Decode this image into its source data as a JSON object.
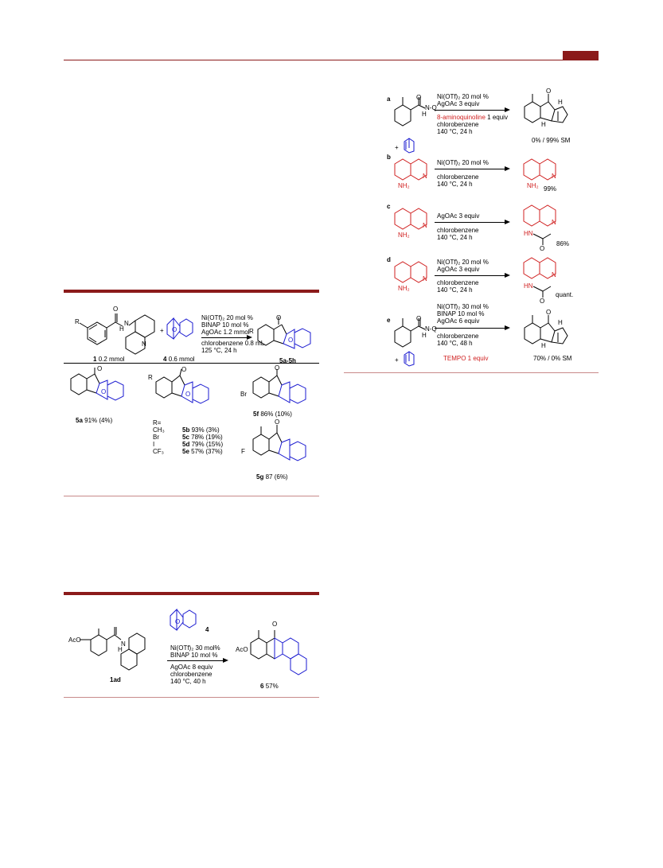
{
  "table2": {
    "reactant1_label": "1",
    "reactant1_amount": "0.2 mmol",
    "reactant2_label": "4",
    "reactant2_amount": "0.6 mmol",
    "plus": "+",
    "reagents": [
      "Ni(OTf)₂ 20 mol %",
      "BINAP    10 mol %",
      "AgOAc  1.2 mmol",
      "chlorobenzene 0.8 mL",
      "125 °C, 24 h"
    ],
    "product_range": "5a-5h",
    "r_label": "R",
    "products": {
      "5a": {
        "label": "5a",
        "yield": "91% (4%)"
      },
      "r_equals": "R=",
      "rows": [
        {
          "r": "CH₃",
          "label": "5b",
          "yield": "93% (3%)"
        },
        {
          "r": "Br",
          "label": "5c",
          "yield": "78% (19%)"
        },
        {
          "r": "I",
          "label": "5d",
          "yield": "79% (15%)"
        },
        {
          "r": "CF₃",
          "label": "5e",
          "yield": "57% (37%)"
        }
      ],
      "5f": {
        "label": "5f",
        "yield": "86% (10%)",
        "sub": "Br"
      },
      "5g": {
        "label": "5g",
        "yield": "87 (6%)",
        "sub": "F"
      }
    }
  },
  "scheme3": {
    "reactant_label": "1ad",
    "reactant_sub": "AcO",
    "reagent4_label": "4",
    "reagents_above": [
      "Ni(OTf)₂ 30 mol%",
      "BINAP   10 mol %"
    ],
    "reagents_below": [
      "AgOAc 8 equiv",
      "chlorobenzene",
      "140 °C, 40 h"
    ],
    "product_label": "6",
    "product_yield": "57%",
    "product_sub": "AcO"
  },
  "scheme_right": {
    "a": {
      "label": "a",
      "above": [
        "Ni(OTf)₂ 20 mol %",
        "AgOAc       3 equiv"
      ],
      "red_line": "8-aminoquinoline",
      "red_suffix": " 1 equiv",
      "below": [
        "chlorobenzene",
        "140 °C, 24 h"
      ],
      "result": "0% / 99% SM",
      "plus": "+"
    },
    "b": {
      "label": "b",
      "above": [
        "Ni(OTf)₂ 20 mol %"
      ],
      "below": [
        "chlorobenzene",
        "140 °C, 24 h"
      ],
      "result": "99%",
      "nh2": "NH₂"
    },
    "c": {
      "label": "c",
      "above": [
        "AgOAc   3 equiv"
      ],
      "below": [
        "chlorobenzene",
        "140 °C, 24 h"
      ],
      "result": "86%",
      "nh2": "NH₂",
      "hn": "HN",
      "o": "O"
    },
    "d": {
      "label": "d",
      "above": [
        "Ni(OTf)₂ 20 mol %",
        "AgOAc       3 equiv"
      ],
      "below": [
        "chlorobenzene",
        "140 °C, 24 h"
      ],
      "result": "quant.",
      "nh2": "NH₂",
      "hn": "HN",
      "o": "O"
    },
    "e": {
      "label": "e",
      "above": [
        "Ni(OTf)₂ 30 mol %",
        "BINAP    10 mol %",
        "AgOAc       6 equiv"
      ],
      "below": [
        "chlorobenzene",
        "140 °C, 48 h"
      ],
      "red_line": "TEMPO 1 equiv",
      "result": "70% / 0% SM",
      "plus": "+"
    },
    "amide_n": "N",
    "amide_q": "Q",
    "amide_h": "H",
    "amide_o": "O",
    "ketone_o": "O",
    "h": "H"
  }
}
